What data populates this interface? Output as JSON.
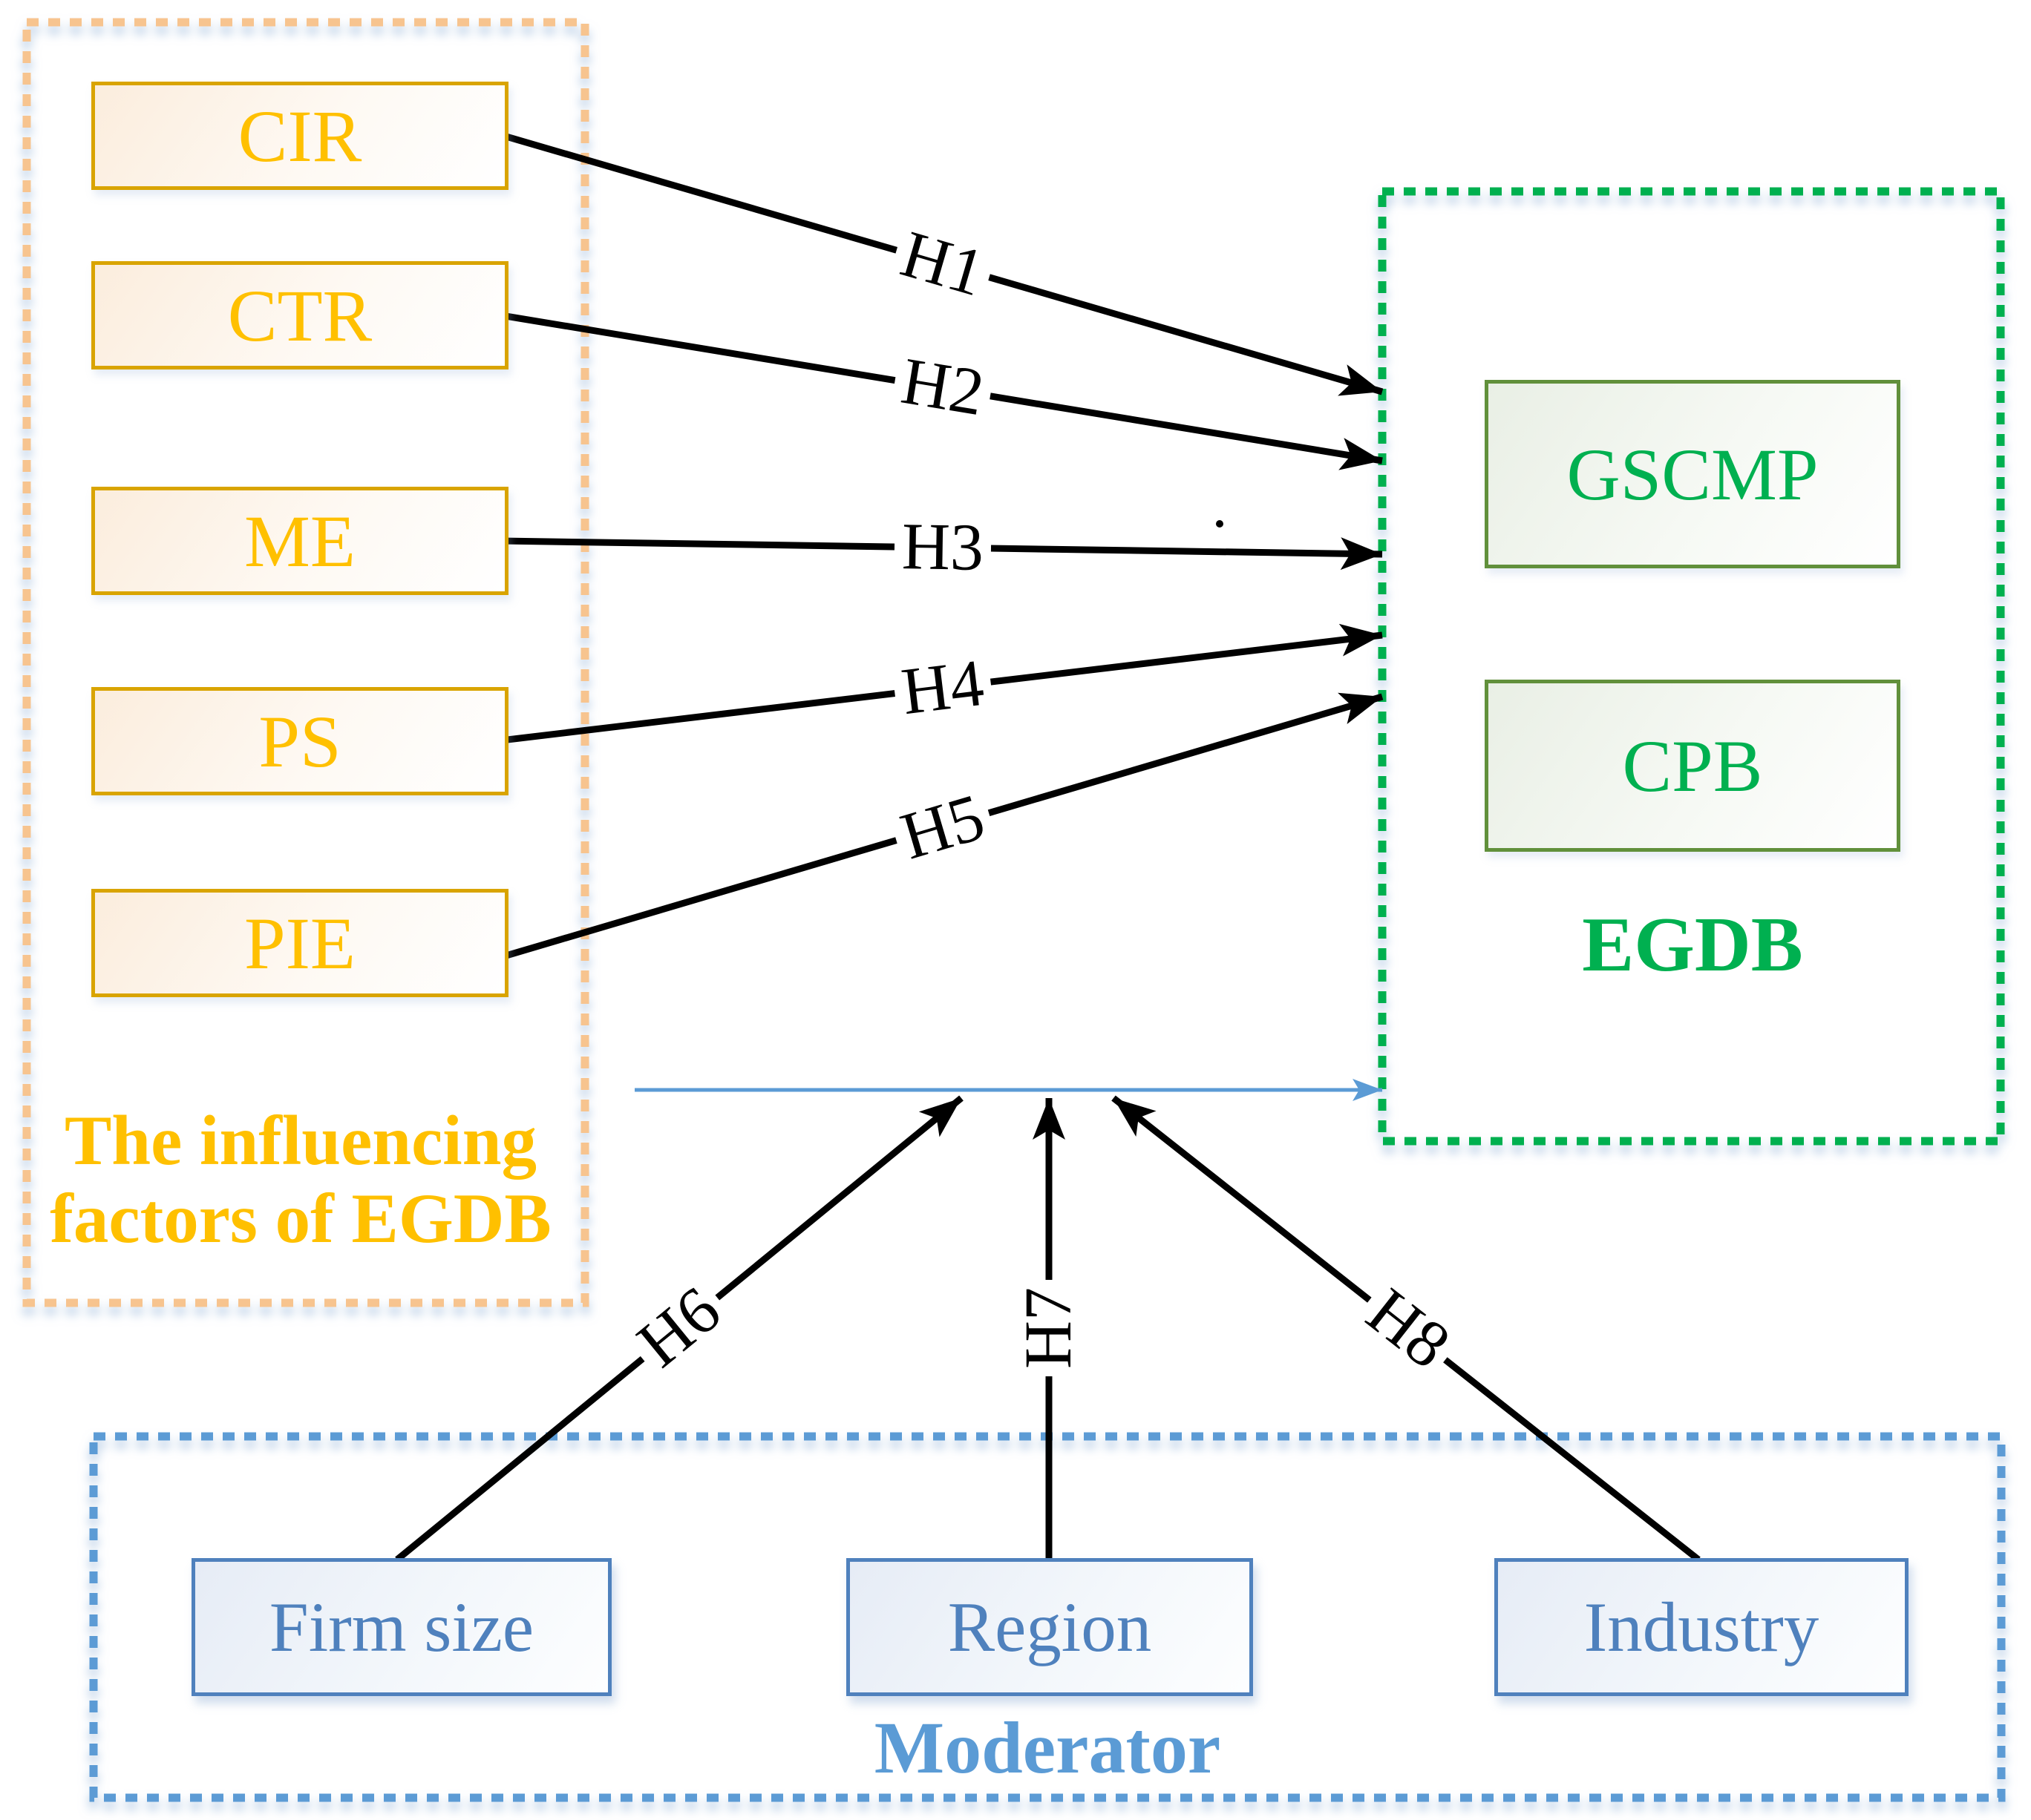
{
  "groups": {
    "influencing": {
      "caption": "The influencing factors of EGDB",
      "items": [
        "CIR",
        "CTR",
        "ME",
        "PS",
        "PIE"
      ]
    },
    "egdb": {
      "caption": "EGDB",
      "items": [
        "GSCMP",
        "CPB"
      ]
    },
    "moderator": {
      "caption": "Moderator",
      "items": [
        "Firm size",
        "Region",
        "Industry"
      ]
    }
  },
  "hypothesis_labels": [
    "H1",
    "H2",
    "H3",
    "H4",
    "H5",
    "H6",
    "H7",
    "H8"
  ],
  "colors": {
    "gold_text": "#FFC000",
    "gold_box_border": "#D9A400",
    "orange_dash_border": "#F7C48F",
    "green_text": "#00B050",
    "green_dash_border": "#00B050",
    "green_box_border": "#61903B",
    "blue_dash_border": "#5B9BD5",
    "blue_box_border": "#4F81BD",
    "blue_box_text": "#4F81BD",
    "moderator_text": "#5B9BD5",
    "arrow_black": "#000000",
    "moderation_arrow_blue": "#5B9BD5"
  }
}
